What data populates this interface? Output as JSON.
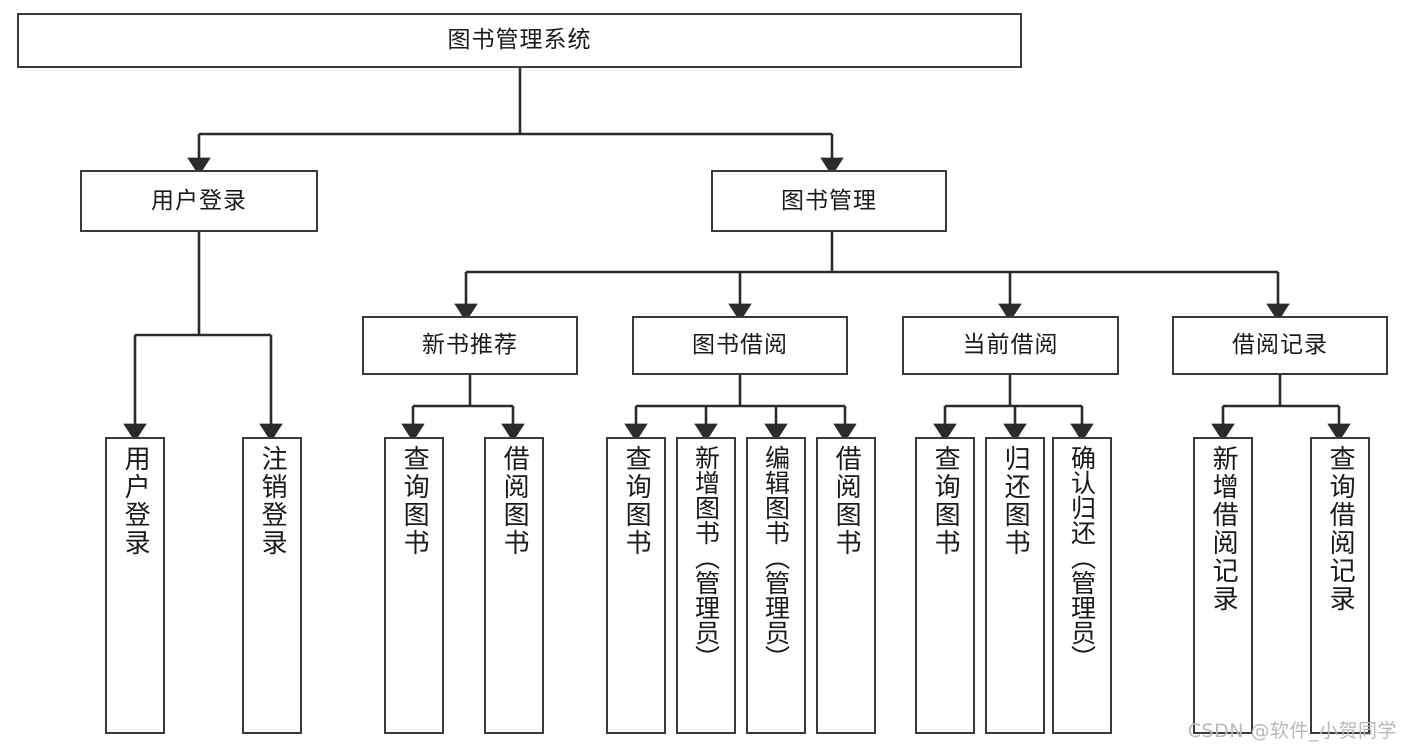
{
  "diagram": {
    "title": "图书管理系统",
    "type": "tree-hierarchy-diagram",
    "watermark": "CSDN @软件_小贺同学",
    "colors": {
      "box_border": "#3a3a3a",
      "box_fill": "#ffffff",
      "edge": "#2b2b2b",
      "text": "#1a1a1a",
      "watermark": "#b8b8b8",
      "background": "#ffffff"
    },
    "root": {
      "label": "图书管理系统"
    },
    "level2": [
      {
        "label": "用户登录"
      },
      {
        "label": "图书管理"
      }
    ],
    "level3": [
      {
        "label": "新书推荐"
      },
      {
        "label": "图书借阅"
      },
      {
        "label": "当前借阅"
      },
      {
        "label": "借阅记录"
      }
    ],
    "leaves": {
      "user_login": [
        {
          "label": "用户登录"
        },
        {
          "label": "注销登录"
        }
      ],
      "new_book_recommend": [
        {
          "label": "查询图书"
        },
        {
          "label": "借阅图书"
        }
      ],
      "book_borrow": [
        {
          "label": "查询图书"
        },
        {
          "label": "新增图书（管理员）"
        },
        {
          "label": "编辑图书（管理员）"
        },
        {
          "label": "借阅图书"
        }
      ],
      "current_borrow": [
        {
          "label": "查询图书"
        },
        {
          "label": "归还图书"
        },
        {
          "label": "确认归还（管理员）"
        }
      ],
      "borrow_record": [
        {
          "label": "新增借阅记录"
        },
        {
          "label": "查询借阅记录"
        }
      ]
    }
  }
}
